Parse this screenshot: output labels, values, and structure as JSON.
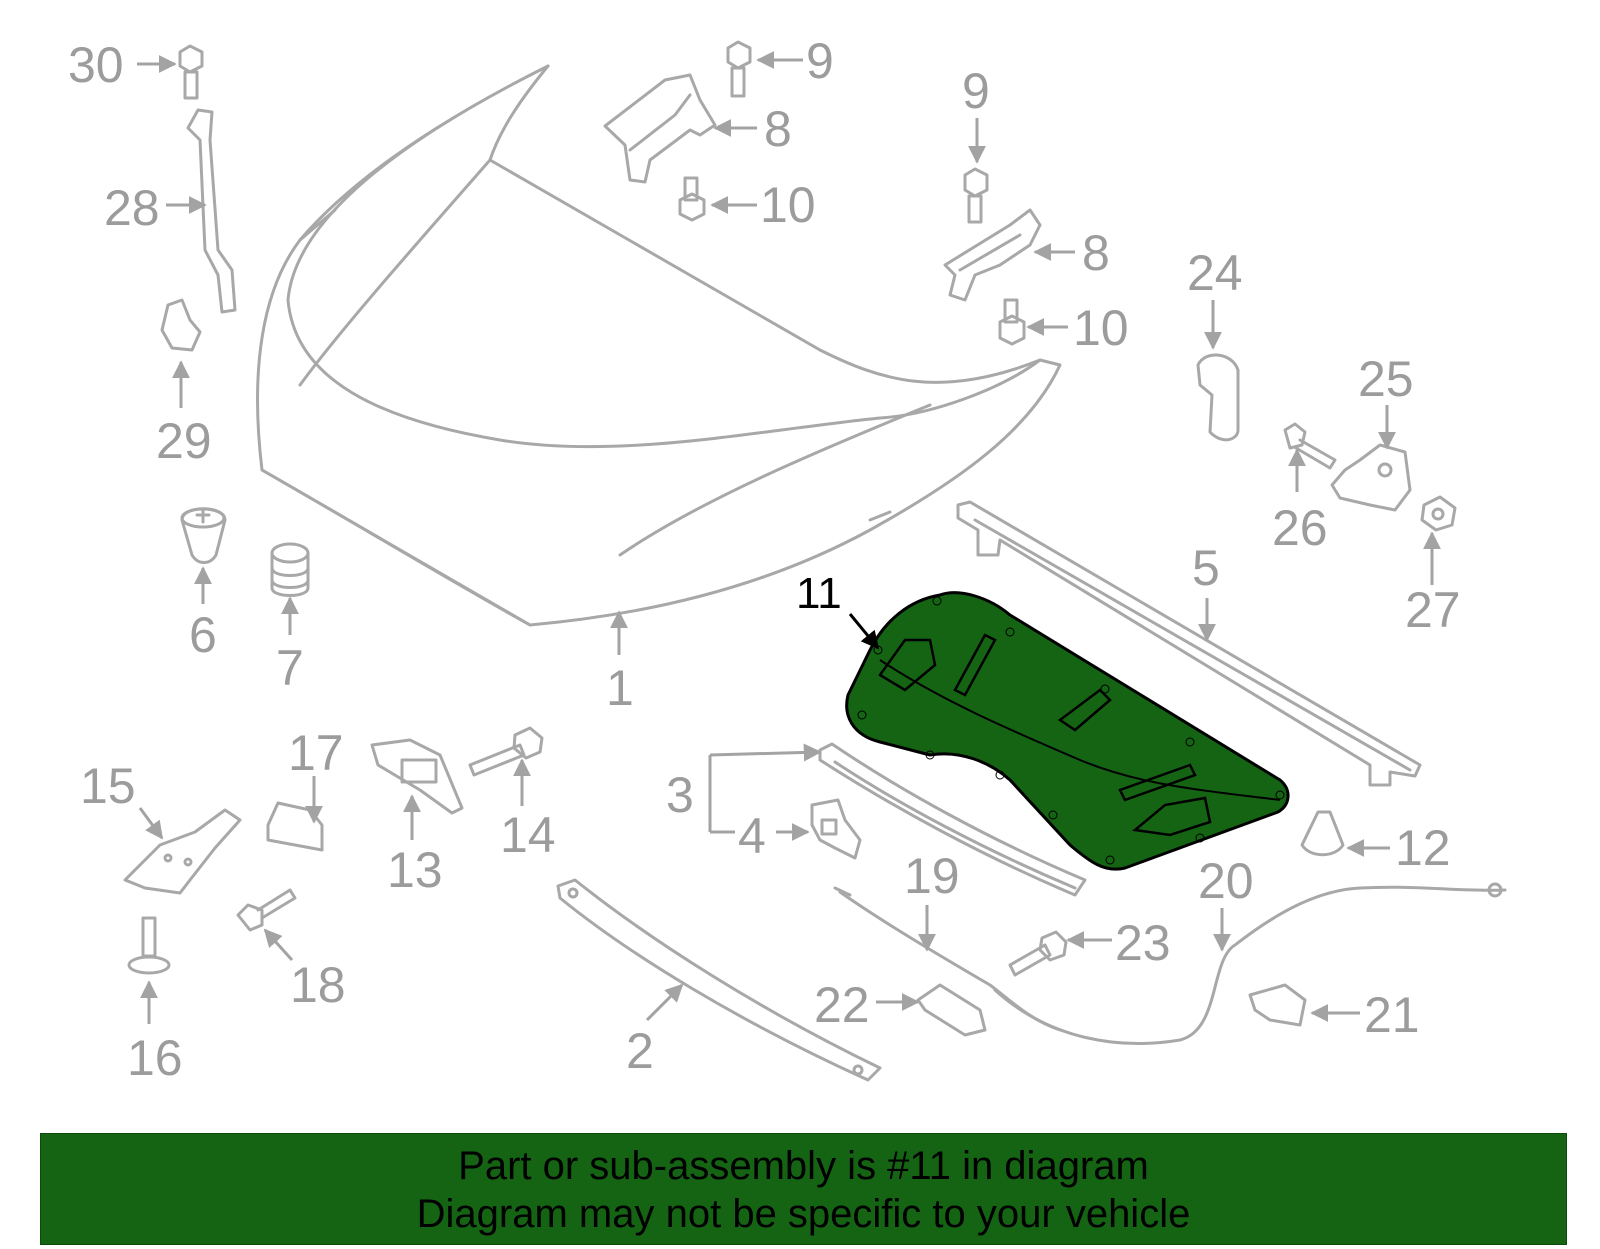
{
  "highlight_color": "#146414",
  "callouts": {
    "c1": "1",
    "c2": "2",
    "c3": "3",
    "c4": "4",
    "c5": "5",
    "c6": "6",
    "c7": "7",
    "c8a": "8",
    "c8b": "8",
    "c9a": "9",
    "c9b": "9",
    "c10a": "10",
    "c10b": "10",
    "c11": "11",
    "c12": "12",
    "c13": "13",
    "c14": "14",
    "c15": "15",
    "c16": "16",
    "c17": "17",
    "c18": "18",
    "c19": "19",
    "c20": "20",
    "c21": "21",
    "c22": "22",
    "c23": "23",
    "c24": "24",
    "c25": "25",
    "c26": "26",
    "c27": "27",
    "c28": "28",
    "c29": "29",
    "c30": "30"
  },
  "banner": {
    "line1": "Part or sub-assembly is #11 in diagram",
    "line2": "Diagram may not be specific to your vehicle"
  }
}
